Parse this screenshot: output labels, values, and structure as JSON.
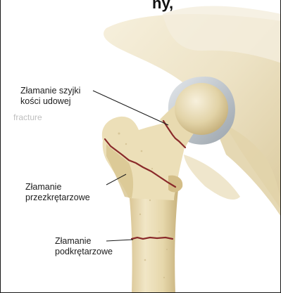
{
  "header": {
    "partial_title": "ny,"
  },
  "ghost_text": "fracture",
  "labels": {
    "neck": {
      "line1": "Złamanie szyjki",
      "line2": "kości udowej"
    },
    "intertrochanteric": {
      "line1": "Złamanie",
      "line2": "przezkrętarzowe"
    },
    "subtrochanteric": {
      "line1": "Złamanie",
      "line2": "podkrętarzowe"
    }
  },
  "colors": {
    "bone_light": "#f3ead0",
    "bone_mid": "#e3d4a6",
    "bone_shadow": "#c9b582",
    "pelvis": "#efe6cc",
    "cartilage": "#c9ced4",
    "fracture_line": "#8a2a2a",
    "leader_line": "#1a1a1a"
  }
}
